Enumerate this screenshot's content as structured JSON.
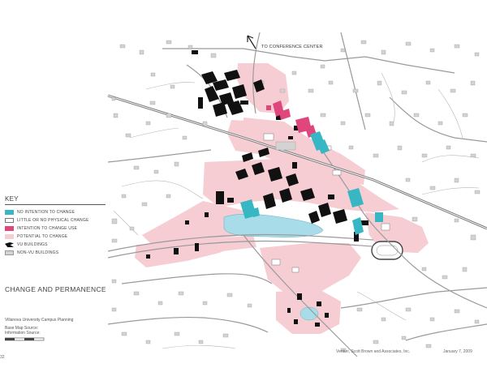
{
  "map": {
    "direction_label": "TO CONFERENCE CENTER",
    "colors": {
      "no_intention": "#37b7c3",
      "intention_use": "#e0457b",
      "potential": "#f6cdd3",
      "vu_buildings": "#111111",
      "non_vu_buildings": "#d3d3d3",
      "pond": "#a8dce8",
      "road": "#9a9a9a",
      "rail": "#777777"
    }
  },
  "key": {
    "title": "KEY",
    "items": [
      {
        "label": "NO INTENTION TO CHANGE"
      },
      {
        "label": "LITTLE OR NO PHYSICAL CHANGE"
      },
      {
        "label": "INTENTION TO CHANGE USE"
      },
      {
        "label": "POTENTIAL TO CHANGE"
      },
      {
        "label": "VU BUILDINGS"
      },
      {
        "label": "NON-VU BUILDINGS"
      }
    ]
  },
  "plan": {
    "title": "CHANGE AND PERMANENCE",
    "organization": "Villanova University Campus Planning",
    "base_map_source": "Base Map Source:",
    "information_source": "Information Source:"
  },
  "footer": {
    "credit": "Venturi, Scott Brown and Associates, Inc.",
    "date": "January 7, 2009",
    "page_number": "32"
  }
}
